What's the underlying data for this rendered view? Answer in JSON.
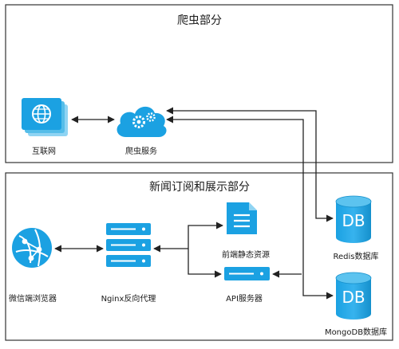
{
  "sections": {
    "crawler": {
      "title": "爬虫部分"
    },
    "news": {
      "title": "新闻订阅和展示部分"
    }
  },
  "nodes": {
    "internet": {
      "label": "互联网",
      "icon": "globe-icon"
    },
    "crawler_service": {
      "label": "爬虫服务",
      "icon": "cloud-gears-icon"
    },
    "wechat_browser": {
      "label": "微信端浏览器",
      "icon": "browser-globe-icon"
    },
    "nginx": {
      "label": "Nginx反向代理",
      "icon": "server-stack-icon"
    },
    "static_resources": {
      "label": "前端静态资源",
      "icon": "document-icon"
    },
    "api_server": {
      "label": "API服务器",
      "icon": "server-icon"
    },
    "redis": {
      "label": "Redis数据库",
      "icon": "database-icon",
      "badge": "DB"
    },
    "mongodb": {
      "label": "MongoDB数据库",
      "icon": "database-icon",
      "badge": "DB"
    }
  },
  "colors": {
    "accent": "#1ba1e2",
    "accent_dark": "#0f7fb8",
    "line": "#222222",
    "border": "#333333"
  }
}
